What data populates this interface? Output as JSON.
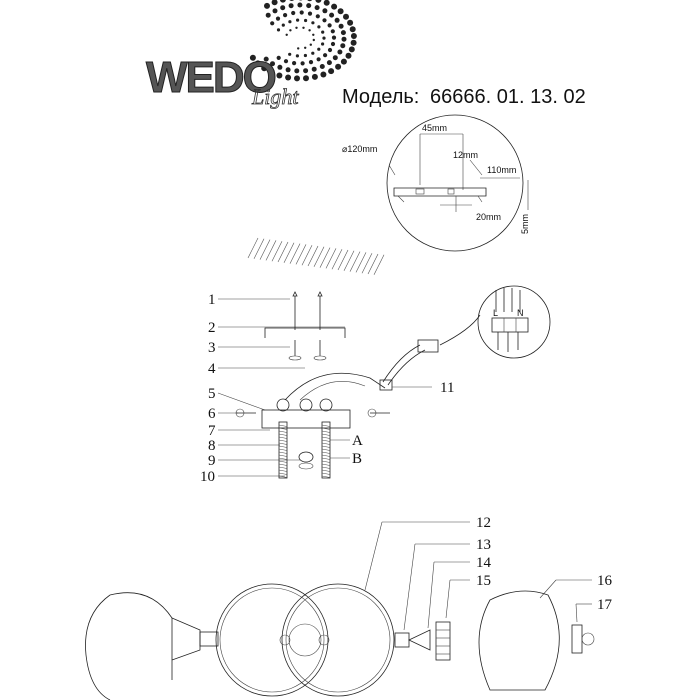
{
  "logo": {
    "main_text": "WEDO",
    "script_text": "Light"
  },
  "model": {
    "label": "Модель:",
    "number": "66666. 01. 13. 02"
  },
  "mount_detail": {
    "diameter": "⌀120mm",
    "dim_45": "45mm",
    "dim_12": "12mm",
    "dim_110": "110mm",
    "dim_20": "20mm",
    "dim_5": "5mm"
  },
  "terminal": {
    "l_label": "L",
    "n_label": "N"
  },
  "parts": {
    "p1": "1",
    "p2": "2",
    "p3": "3",
    "p4": "4",
    "p5": "5",
    "p6": "6",
    "p7": "7",
    "p8": "8",
    "p9": "9",
    "p10": "10",
    "p11": "11",
    "p12": "12",
    "p13": "13",
    "p14": "14",
    "p15": "15",
    "p16": "16",
    "p17": "17",
    "pA": "A",
    "pB": "B"
  }
}
